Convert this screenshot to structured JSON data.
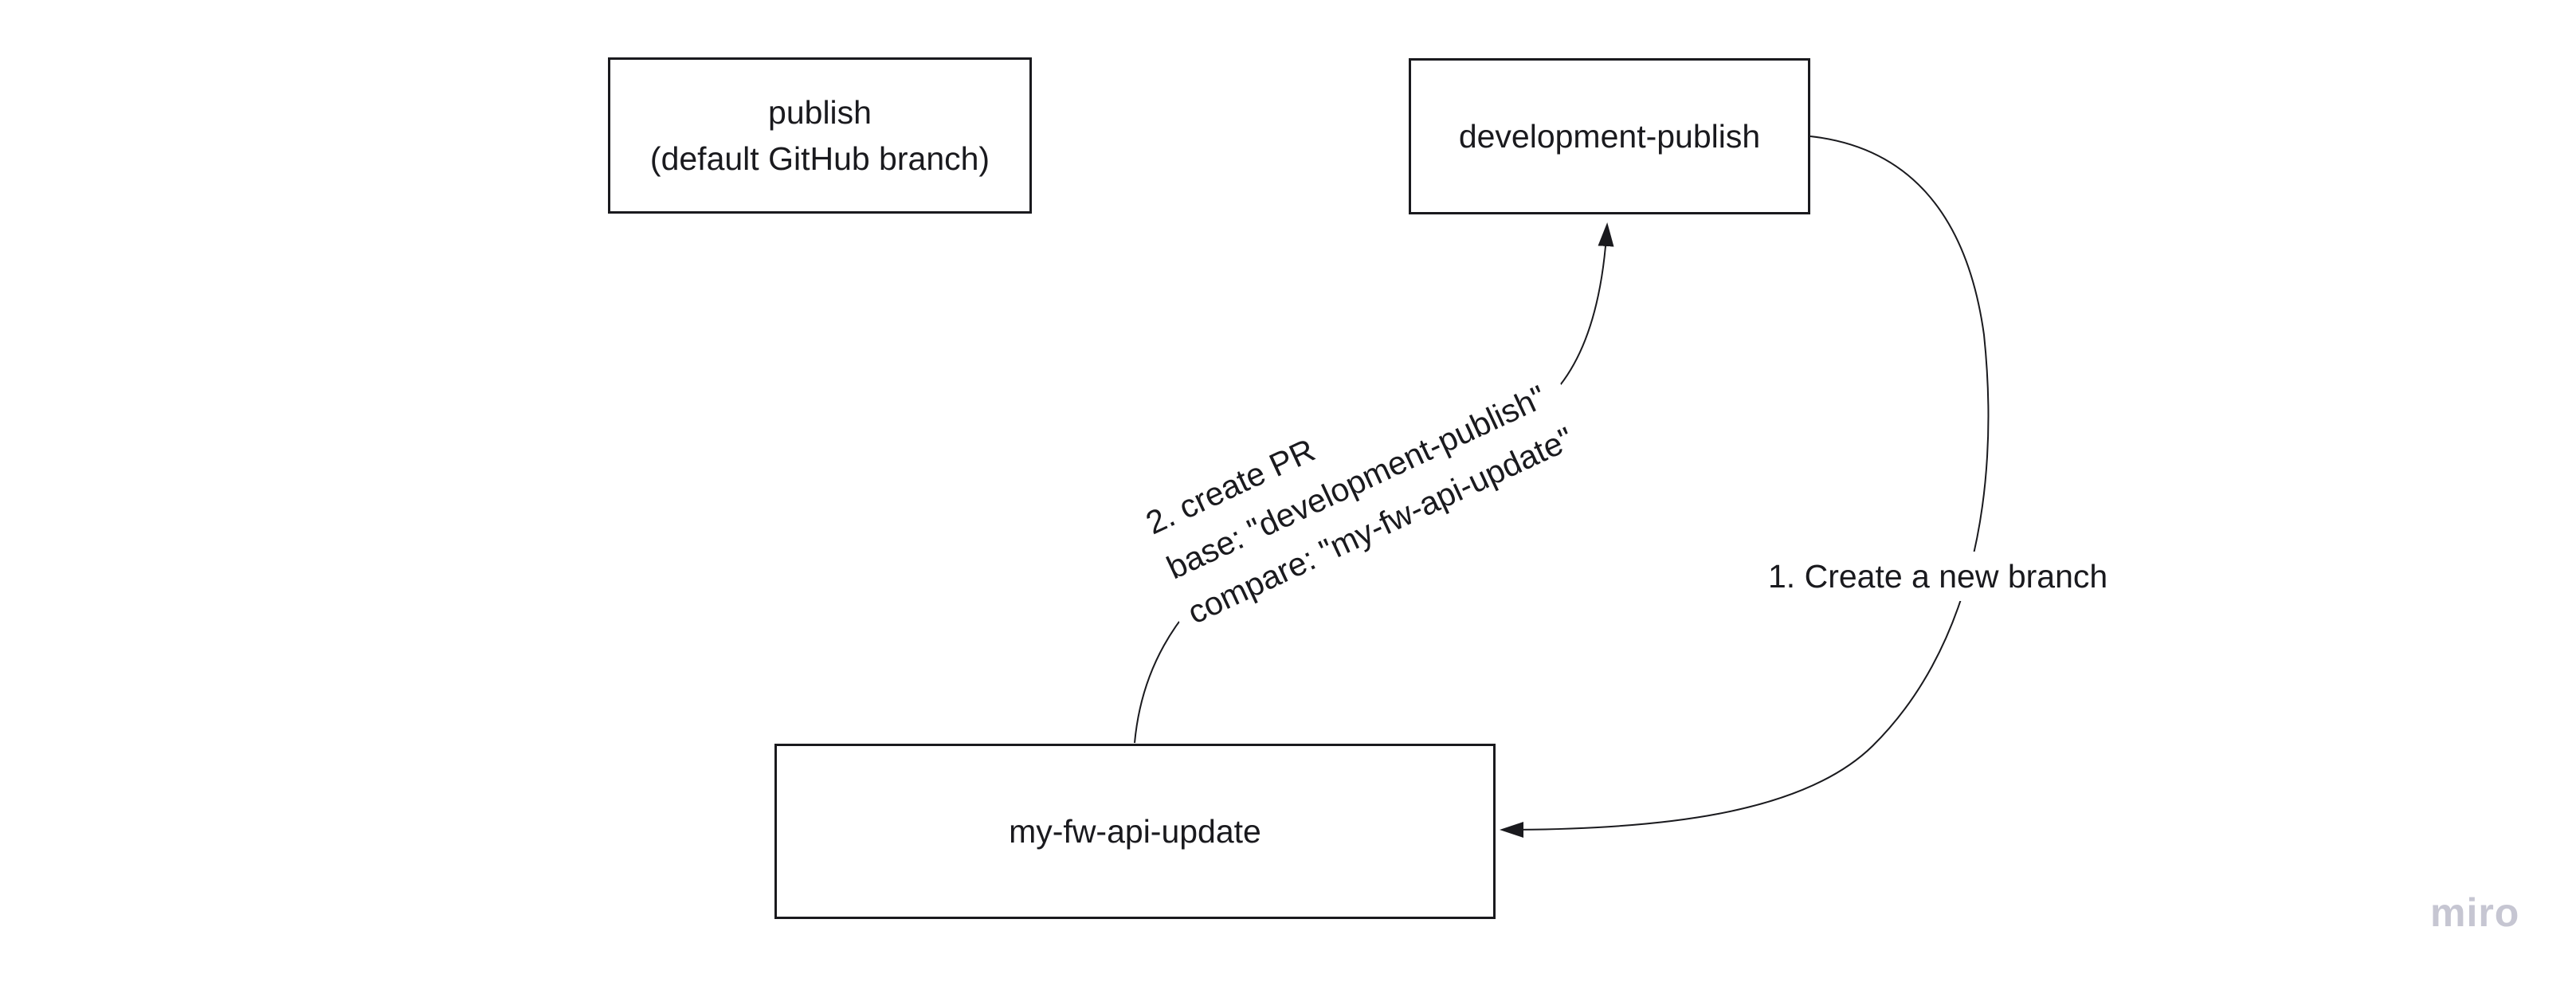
{
  "board": {
    "background_color": "#ffffff",
    "ink_color": "#1a1a1e",
    "nodes": {
      "publish": {
        "line1": "publish",
        "line2": "(default GitHub branch)"
      },
      "development_publish": {
        "label": "development-publish"
      },
      "my_fw_api_update": {
        "label": "my-fw-api-update"
      }
    },
    "connectors": {
      "create_branch": {
        "label": "1. Create a new branch",
        "from": "development-publish",
        "to": "my-fw-api-update",
        "arrow_end": "my-fw-api-update right side"
      },
      "create_pr": {
        "line1": "2. create PR",
        "line2": "base: \"development-publish\"",
        "line3": "compare: \"my-fw-api-update\"",
        "from": "my-fw-api-update",
        "to": "development-publish",
        "arrow_end": "development-publish bottom side"
      }
    },
    "watermark": {
      "label": "miro",
      "color": "#c6c6d2"
    }
  }
}
